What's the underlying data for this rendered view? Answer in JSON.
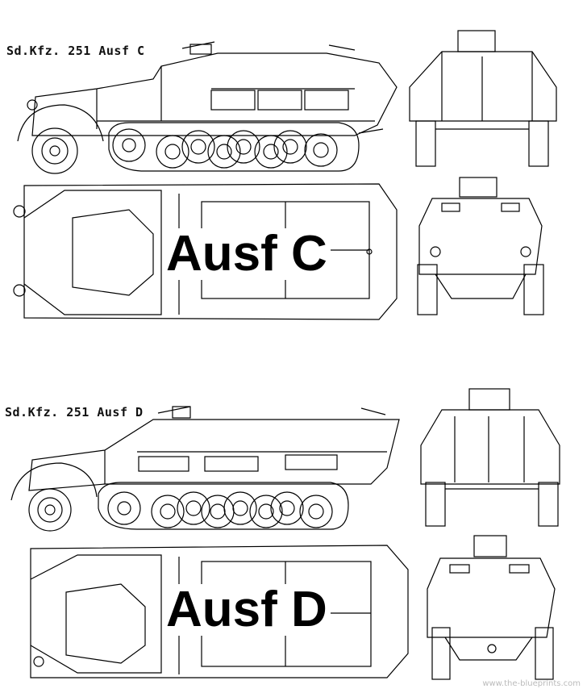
{
  "variant_c": {
    "caption": "Sd.Kfz. 251 Ausf C",
    "overlay": "Ausf C"
  },
  "variant_d": {
    "caption": "Sd.Kfz. 251 Ausf D",
    "overlay": "Ausf D"
  },
  "watermark": "www.the-blueprints.com",
  "colors": {
    "line": "#000000",
    "paper": "#ffffff"
  }
}
